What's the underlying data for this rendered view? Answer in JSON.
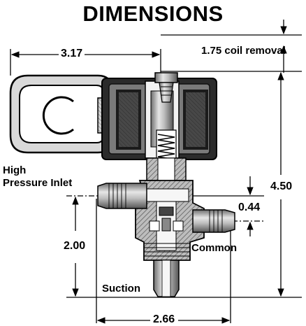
{
  "title": "DIMENSIONS",
  "dimensions": {
    "width_top": "3.17",
    "coil_removal": "1.75 coil removal",
    "height_total": "4.50",
    "offset": "0.44",
    "height_inlet": "2.00",
    "width_bottom": "2.66"
  },
  "ports": {
    "inlet_line1": "High",
    "inlet_line2": "Pressure Inlet",
    "common": "Common",
    "suction": "Suction"
  }
}
